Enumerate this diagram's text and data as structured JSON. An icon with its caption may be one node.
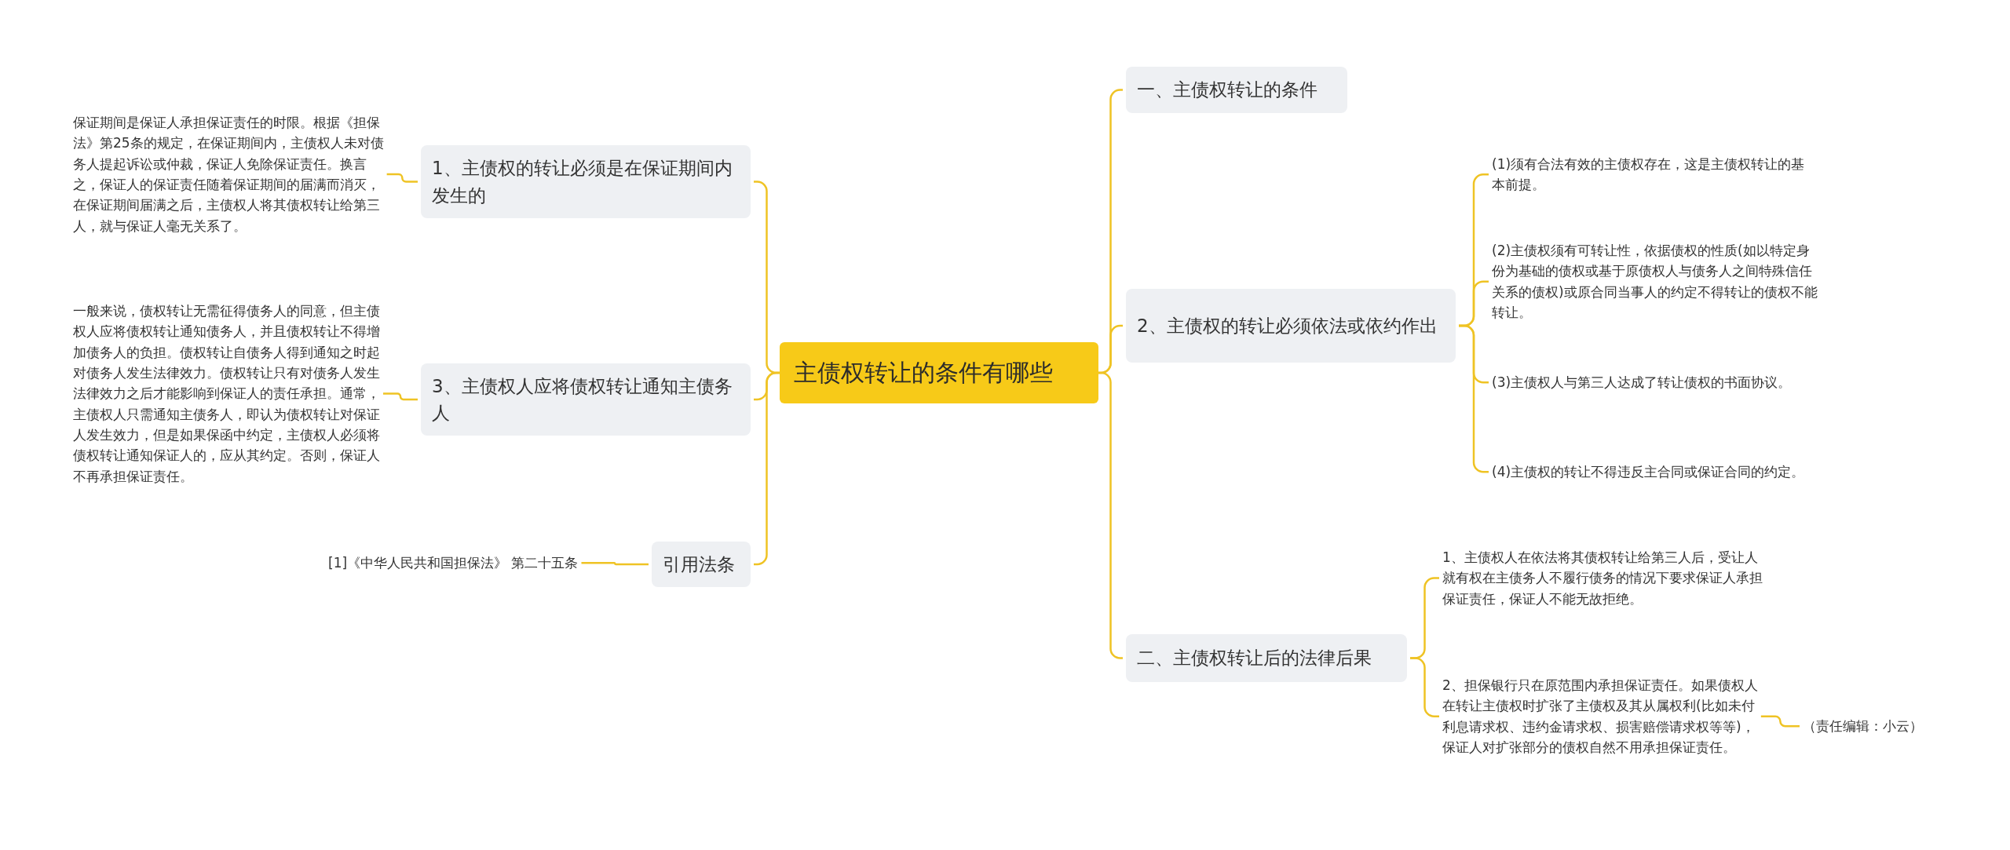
{
  "diagram": {
    "nodes": [
      {
        "text": [
          "主债权转让的条件有哪些"
        ]
      },
      {
        "text": [
          "一、主债权转让的条件"
        ]
      },
      {
        "text": [
          "2、主债权的转让必须依法或依约作出"
        ]
      },
      {
        "text": [
          "(1)须有合法有效的主债权存在，这是主债权转让的基本前提。"
        ]
      },
      {
        "text": [
          "(2)主债权须有可转让性，依据债权的性质(如以特定身份为基础的债权或基于原债权人与债务人之间特殊信任关系的债权)或原合同当事人的约定不得转让的债权不能转让。"
        ]
      },
      {
        "text": [
          "(3)主债权人与第三人达成了转让债权的书面协议。"
        ]
      },
      {
        "text": [
          "(4)主债权的转让不得违反主合同或保证合同的约定。"
        ]
      },
      {
        "text": [
          "二、主债权转让后的法律后果"
        ]
      },
      {
        "text": [
          "1、主债权人在依法将其债权转让给第三人后，受让人就有权在主债务人不履行债务的情况下要求保证人承担保证责任，保证人不能无故拒绝。"
        ]
      },
      {
        "text": [
          "2、担保银行只在原范围内承担保证责任。如果债权人在转让主债权时扩张了主债权及其从属权利(比如未付利息请求权、违约金请求权、损害赔偿请求权等等)，保证人对扩张部分的债权自然不用承担保证责任。"
        ]
      },
      {
        "text": [
          "（责任编辑：小云）"
        ]
      },
      {
        "text": [
          "1、主债权的转让必须是在保证期间内发生的"
        ]
      },
      {
        "text": [
          "保证期间是保证人承担保证责任的时限。根据《担保法》第25条的规定，在保证期间内，主债权人未对债务人提起诉讼或仲裁，保证人免除保证责任。换言之，保证人的保证责任随着保证期间的届满而消灭，在保证期间届满之后，主债权人将其债权转让给第三人，就与保证人毫无关系了。"
        ]
      },
      {
        "text": [
          "3、主债权人应将债权转让通知主债务人"
        ]
      },
      {
        "text": [
          "一般来说，债权转让无需征得债务人的同意，但主债权人应将债权转让通知债务人，并且债权转让不得增加债务人的负担。债权转让自债务人得到通知之时起对债务人发生法律效力。债权转让只有对债务人发生法律效力之后才能影响到保证人的责任承担。通常，主债权人只需通知主债务人，即认为债权转让对保证人发生效力，但是如果保函中约定，主债权人必须将债权转让通知保证人的，应从其约定。否则，保证人不再承担保证责任。"
        ]
      },
      {
        "text": [
          "引用法条"
        ]
      },
      {
        "text": [
          "[1]《中华人民共和国担保法》 第二十五条"
        ]
      }
    ],
    "edges": [
      {
        "from": 0,
        "to": 1,
        "arrow": "none"
      },
      {
        "from": 0,
        "to": 2,
        "arrow": "none"
      },
      {
        "from": 2,
        "to": 3,
        "arrow": "none"
      },
      {
        "from": 2,
        "to": 4,
        "arrow": "none"
      },
      {
        "from": 2,
        "to": 5,
        "arrow": "none"
      },
      {
        "from": 2,
        "to": 6,
        "arrow": "none"
      },
      {
        "from": 0,
        "to": 7,
        "arrow": "none"
      },
      {
        "from": 7,
        "to": 8,
        "arrow": "none"
      },
      {
        "from": 7,
        "to": 9,
        "arrow": "none"
      },
      {
        "from": 9,
        "to": 10,
        "arrow": "none"
      },
      {
        "from": 0,
        "to": 11,
        "arrow": "none"
      },
      {
        "from": 11,
        "to": 12,
        "arrow": "none"
      },
      {
        "from": 0,
        "to": 13,
        "arrow": "none"
      },
      {
        "from": 13,
        "to": 14,
        "arrow": "none"
      },
      {
        "from": 0,
        "to": 15,
        "arrow": "none"
      },
      {
        "from": 15,
        "to": 16,
        "arrow": "none"
      }
    ]
  }
}
